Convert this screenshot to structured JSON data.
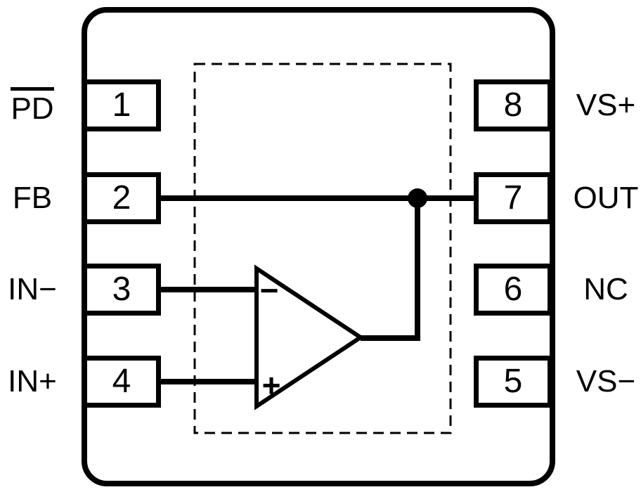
{
  "package": {
    "pins_left": [
      {
        "number": "1",
        "label": "PD",
        "overline": true
      },
      {
        "number": "2",
        "label": "FB"
      },
      {
        "number": "3",
        "label": "IN−"
      },
      {
        "number": "4",
        "label": "IN+"
      }
    ],
    "pins_right": [
      {
        "number": "8",
        "label": "VS+"
      },
      {
        "number": "7",
        "label": "OUT"
      },
      {
        "number": "6",
        "label": "NC"
      },
      {
        "number": "5",
        "label": "VS−"
      }
    ]
  },
  "opamp": {
    "inverting_sign": "−",
    "noninverting_sign": "+"
  },
  "colors": {
    "line": "#000000",
    "background": "#ffffff"
  }
}
